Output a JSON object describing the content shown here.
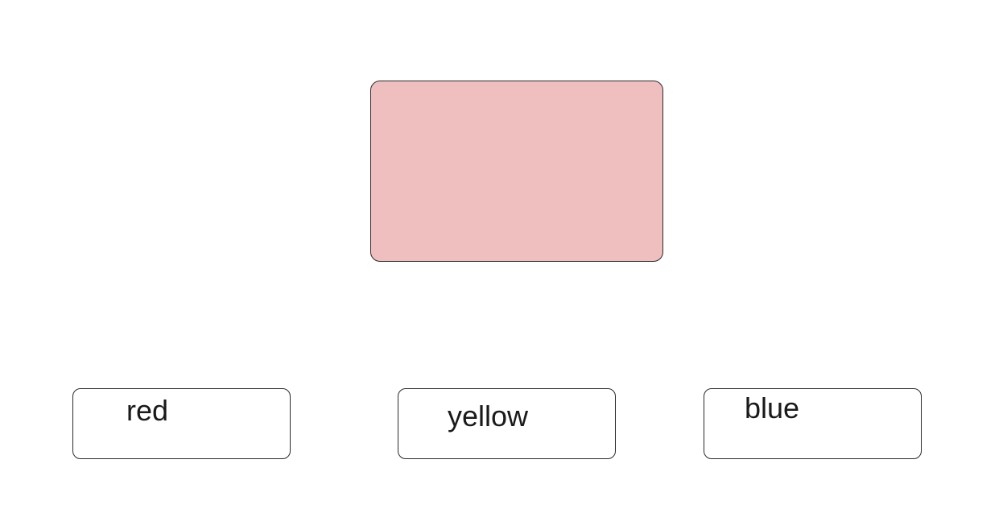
{
  "swatch": {
    "color": "#efbfbf",
    "border_color": "#2b2b2b"
  },
  "options": [
    {
      "label": "red"
    },
    {
      "label": "yellow"
    },
    {
      "label": "blue"
    }
  ]
}
